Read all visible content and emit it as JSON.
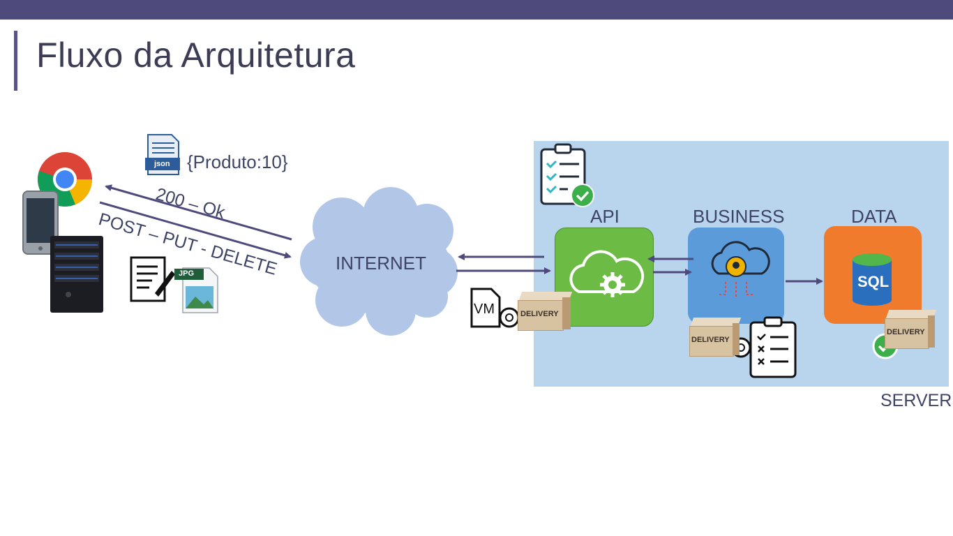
{
  "slide": {
    "title": "Fluxo da Arquitetura"
  },
  "client": {
    "payload_text": "{Produto:10}",
    "json_badge": "json",
    "jpg_badge": "JPG",
    "response_label": "200 – Ok",
    "request_label": "POST – PUT - DELETE"
  },
  "network": {
    "internet_label": "INTERNET"
  },
  "server": {
    "label": "SERVER",
    "layers": {
      "api": "API",
      "business": "BUSINESS",
      "data": "DATA"
    },
    "vm_label": "VM",
    "sql_label": "SQL",
    "delivery_label": "DELIVERY"
  },
  "colors": {
    "topbar": "#4f4a7c",
    "server_bg": "#b9d5ee",
    "api": "#6cbb44",
    "business": "#5b9bd9",
    "data": "#f07b2d",
    "cloud": "#b2c6e8",
    "arrow": "#4f4a7c",
    "check": "#3cae4a"
  }
}
